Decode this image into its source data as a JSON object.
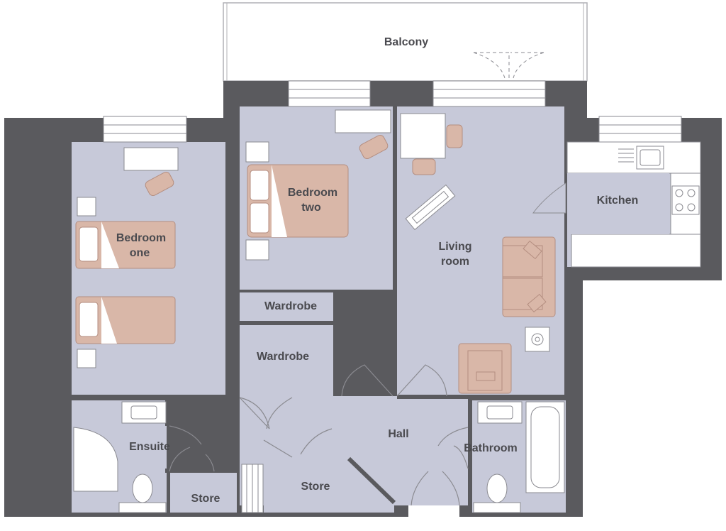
{
  "rooms": {
    "balcony": "Balcony",
    "bedroom_one": [
      "Bedroom",
      "one"
    ],
    "bedroom_two": [
      "Bedroom",
      "two"
    ],
    "kitchen": "Kitchen",
    "living_room": [
      "Living",
      "room"
    ],
    "wardrobe_upper": "Wardrobe",
    "wardrobe_lower": "Wardrobe",
    "ensuite": "Ensuite",
    "hall": "Hall",
    "bathroom": "Bathroom",
    "store_small": "Store",
    "store_large": "Store"
  },
  "colors": {
    "wall": "#5a5a5e",
    "floor": "#c7c9d9",
    "furniture": "#d9b7a8",
    "furniture_stroke": "#b48e80",
    "fixture": "#ffffff",
    "label": "#4a4a4f"
  }
}
